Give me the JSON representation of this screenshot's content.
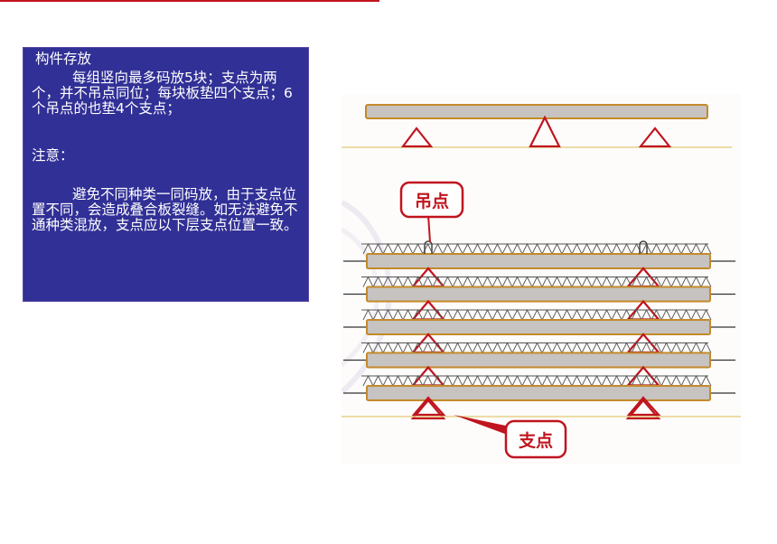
{
  "colors": {
    "panel_bg": "#313096",
    "panel_text": "#ffffff",
    "accent_red": "#c0141e",
    "slab_fill": "#c6c3c1",
    "slab_border": "#c48a2a",
    "ground_line": "#e8d08a"
  },
  "panel": {
    "title": "构件存放",
    "para1": "每组竖向最多码放5块；支点为两个，并不吊点同位；每块板垫四个支点；6个吊点的也垫4个支点；",
    "note_label": "注意：",
    "para2": "避免不同种类一同码放，由于支点位置不同，会造成叠合板裂缝。如无法避免不通种类混放，支点应以下层支点位置一致。"
  },
  "diagram": {
    "callout_lift": "吊点",
    "callout_support": "支点",
    "stack_count": 5,
    "top_example_supports": 3,
    "stack_supports": 2
  }
}
